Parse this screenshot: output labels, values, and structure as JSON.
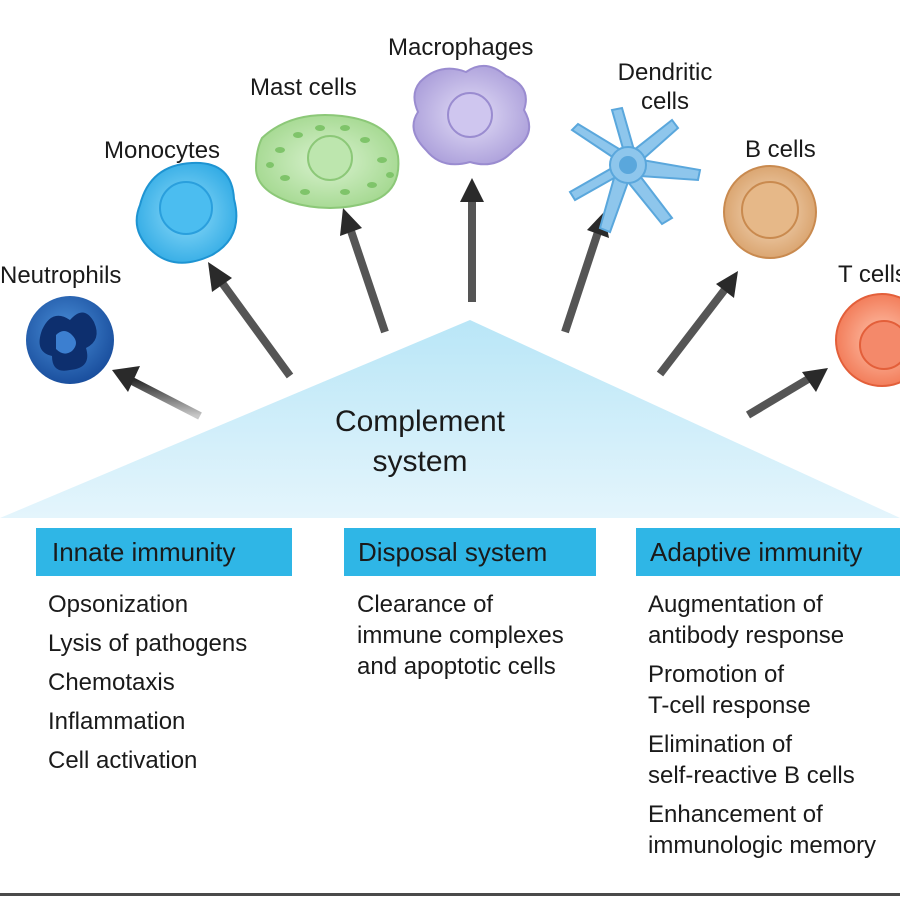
{
  "diagram": {
    "center": {
      "line1": "Complement",
      "line2": "system"
    },
    "cells": {
      "neutrophils": "Neutrophils",
      "monocytes": "Monocytes",
      "mast_cells": "Mast cells",
      "macrophages": "Macrophages",
      "dendritic_line1": "Dendritic",
      "dendritic_line2": "cells",
      "b_cells": "B cells",
      "t_cells": "T cells"
    },
    "sections": {
      "innate": {
        "title": "Innate immunity",
        "items": [
          "Opsonization",
          "Lysis of pathogens",
          "Chemotaxis",
          "Inflammation",
          "Cell activation"
        ]
      },
      "disposal": {
        "title": "Disposal system",
        "items": [
          "Clearance of",
          "immune complexes",
          "and apoptotic cells"
        ]
      },
      "adaptive": {
        "title": "Adaptive immunity",
        "items": [
          "Augmentation of",
          "antibody response",
          "Promotion of",
          "T-cell response",
          "Elimination of",
          "self-reactive B cells",
          "Enhancement of",
          "immunologic memory"
        ]
      }
    }
  }
}
